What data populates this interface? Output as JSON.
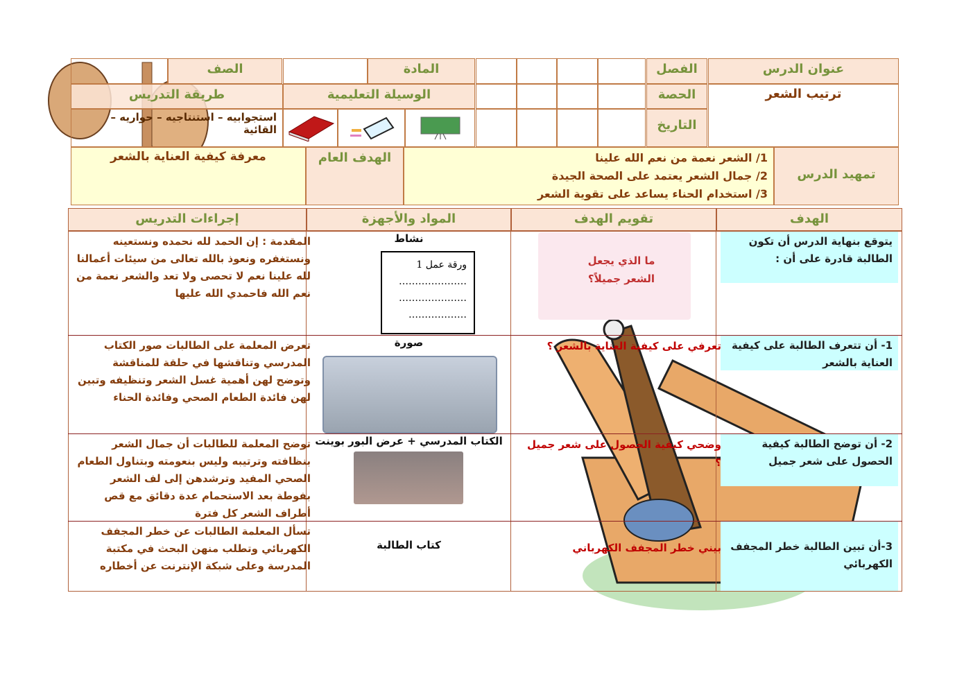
{
  "header": {
    "lesson_title_label": "عنوان الدرس",
    "lesson_title": "ترتيب الشعر",
    "term_label": "الفصل",
    "period_label": "الحصة",
    "date_label": "التاريخ",
    "subject_label": "المادة",
    "class_label": "الصف",
    "aids_label": "الوسيلة التعليمية",
    "method_label": "طريقة التدريس",
    "method_value": "استجوابيه – استنتاجيه – حواريه – القائية",
    "aid_icons": [
      "blackboard-icon",
      "eraser-chalk-icon",
      "book-icon"
    ],
    "intro_label": "تمهيد الدرس",
    "intro_items": [
      "1/ الشعر نعمة من نعم الله علينا",
      "2/ جمال الشعر يعتمد على الصحة الجيدة",
      "3/ استخدام الحناء يساعد على تقوية الشعر"
    ],
    "general_goal_label": "الهدف العام",
    "general_goal": "معرفة كيفية العناية بالشعر"
  },
  "table": {
    "columns": [
      "الهدف",
      "تقويم الهدف",
      "المواد والأجهزة",
      "إجراءات  التدريس"
    ],
    "rows": [
      {
        "goal": "يتوقع بنهاية الدرس أن تكون الطالبة قادرة على أن :",
        "evaluation": "",
        "materials": "نشاط",
        "worksheet": {
          "title": "ورقة عمل 1",
          "lines": [
            "…………………",
            "…………………",
            "………………"
          ]
        },
        "image_caption": "ما الذي يجعل الشعر جميلاً؟",
        "procedure": "المقدمة : إن الحمد لله نحمده ونستعينه ونستغفره ونعوذ بالله تعالى من سيئات أعمالنا لله علينا نعم لا تحصى ولا تعد والشعر نعمة من نعم الله فاحمدي الله عليها"
      },
      {
        "goal": "1-  أن تتعرف الطالبة على كيفية العناية بالشعر",
        "evaluation": "تعرفي على كيفية العناية بالشعر ؟",
        "materials": "صورة",
        "procedure": "تعرض المعلمة على الطالبات صور الكتاب المدرسي وتناقشها في حلقة للمناقشة وتوضح لهن أهمية غسل الشعر وتنظيفه وتبين لهن فائدة الطعام الصحي وفائدة الحناء"
      },
      {
        "goal": "2- أن توضح الطالبة كيفية الحصول على شعر جميل",
        "evaluation": "وضحي كيفية الحصول على شعر جميل ؟",
        "materials": "الكتاب المدرسي + عرض البور بوينت",
        "procedure": "توضح المعلمة للطالبات أن جمال الشعر بنظافته وترتيبه وليس بنعومته وبتناول الطعام الصحي المفيد وترشدهن إلى لف الشعر بفوطة بعد الاستحمام عدة دقائق مع قص أطراف الشعر كل فترة"
      },
      {
        "goal": "3-أن تبين الطالبة خطر المجفف الكهربائي",
        "evaluation": "بيني خطر المجفف الكهرباني",
        "materials": "كتاب الطالبة",
        "procedure": "تسأل المعلمة الطالبات عن خطر المجفف الكهربائي وتطلب منهن البحث في مكتبة المدرسة وعلى شبكة الإنترنت عن أخطاره"
      }
    ]
  }
}
